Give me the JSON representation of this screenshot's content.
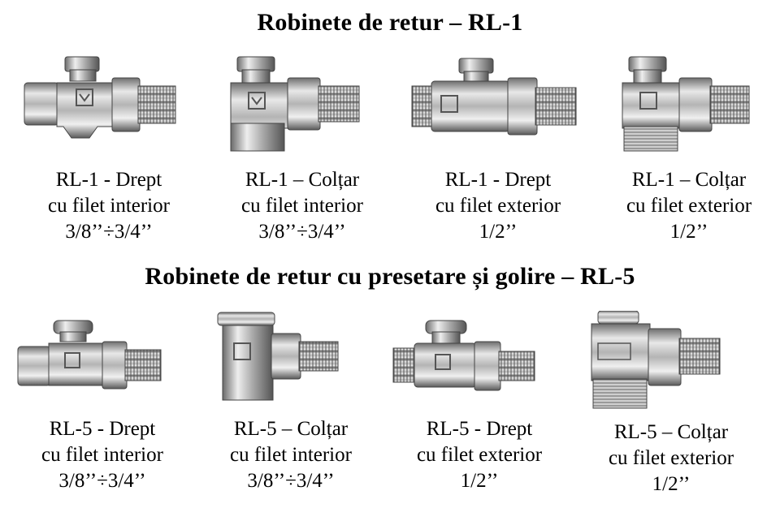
{
  "sections": [
    {
      "title": "Robinete de retur – RL-1",
      "items": [
        {
          "lines": [
            "RL-1 - Drept",
            "cu filet interior",
            "3/8’’÷3/4’’"
          ],
          "icon": "straight-valve-icon"
        },
        {
          "lines": [
            "RL-1 – Colțar",
            "cu filet interior",
            "3/8’’÷3/4’’"
          ],
          "icon": "angle-valve-icon"
        },
        {
          "lines": [
            "RL-1 - Drept",
            "cu filet exterior",
            "1/2’’"
          ],
          "icon": "straight-valve-icon"
        },
        {
          "lines": [
            "RL-1 – Colțar",
            "cu filet exterior",
            "1/2’’"
          ],
          "icon": "angle-valve-icon"
        }
      ]
    },
    {
      "title": "Robinete de retur cu presetare și golire – RL-5",
      "items": [
        {
          "lines": [
            "RL-5 - Drept",
            "cu filet interior",
            "3/8’’÷3/4’’"
          ],
          "icon": "straight-valve-icon"
        },
        {
          "lines": [
            "RL-5 – Colțar",
            "cu filet interior",
            "3/8’’÷3/4’’"
          ],
          "icon": "angle-valve-icon"
        },
        {
          "lines": [
            "RL-5 - Drept",
            "cu filet exterior",
            "1/2’’"
          ],
          "icon": "straight-valve-icon"
        },
        {
          "lines": [
            "RL-5 – Colțar",
            "cu filet exterior",
            "1/2’’"
          ],
          "icon": "angle-valve-icon"
        }
      ]
    }
  ]
}
